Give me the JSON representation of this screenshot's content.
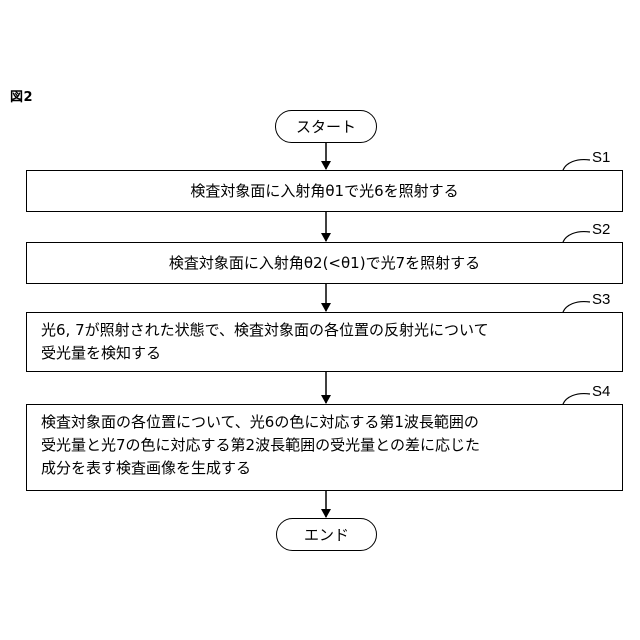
{
  "figure_label": "図2",
  "start_label": "スタート",
  "end_label": "エンド",
  "steps": [
    {
      "id": "S1",
      "text": "検査対象面に入射角θ1で光6を照射する"
    },
    {
      "id": "S2",
      "text": "検査対象面に入射角θ2(<θ1)で光7を照射する"
    },
    {
      "id": "S3",
      "text": "光6, 7が照射された状態で、検査対象面の各位置の反射光について\n受光量を検知する"
    },
    {
      "id": "S4",
      "text": "検査対象面の各位置について、光6の色に対応する第1波長範囲の\n受光量と光7の色に対応する第2波長範囲の受光量との差に応じた\n成分を表す検査画像を生成する"
    }
  ]
}
